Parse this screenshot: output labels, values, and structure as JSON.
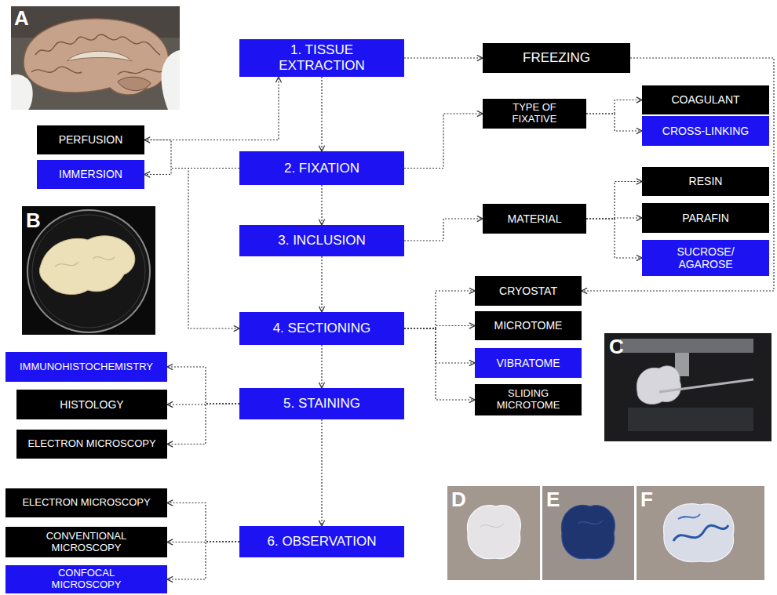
{
  "diagram": {
    "nodes": [
      {
        "text": [
          "1. TISSUE EXTRACTION"
        ]
      },
      {
        "text": [
          "FREEZING"
        ]
      },
      {
        "text": [
          "PERFUSION"
        ]
      },
      {
        "text": [
          "IMMERSION"
        ]
      },
      {
        "text": [
          "2. FIXATION"
        ]
      },
      {
        "text": [
          "TYPE OF FIXATIVE"
        ]
      },
      {
        "text": [
          "COAGULANT"
        ]
      },
      {
        "text": [
          "CROSS-LINKING"
        ]
      },
      {
        "text": [
          "RESIN"
        ]
      },
      {
        "text": [
          "3. INCLUSION"
        ]
      },
      {
        "text": [
          "MATERIAL"
        ]
      },
      {
        "text": [
          "PARAFIN"
        ]
      },
      {
        "text": [
          "SUCROSE/ AGAROSE"
        ]
      },
      {
        "text": [
          "CRYOSTAT"
        ]
      },
      {
        "text": [
          "4. SECTIONING"
        ]
      },
      {
        "text": [
          "MICROTOME"
        ]
      },
      {
        "text": [
          "IMMUNOHISTOCHEMISTRY"
        ]
      },
      {
        "text": [
          "VIBRATOME"
        ]
      },
      {
        "text": [
          "HISTOLOGY"
        ]
      },
      {
        "text": [
          "5. STAINING"
        ]
      },
      {
        "text": [
          "SLIDING MICROTOME"
        ]
      },
      {
        "text": [
          "ELECTRON MICROSCOPY"
        ]
      },
      {
        "text": [
          "ELECTRON MICROSCOPY"
        ]
      },
      {
        "text": [
          "CONVENTIONAL MICROSCOPY"
        ]
      },
      {
        "text": [
          "6. OBSERVATION"
        ]
      },
      {
        "text": [
          "CONFOCAL MICROSCOPY"
        ]
      }
    ],
    "edges": [
      {
        "from": 0,
        "to": 4,
        "arrow": "to"
      },
      {
        "from": 0,
        "to": 1,
        "arrow": "to"
      },
      {
        "from": 1,
        "to": 13,
        "arrow": "to"
      },
      {
        "from": 4,
        "to": 2,
        "arrow": "to"
      },
      {
        "from": 4,
        "to": 3,
        "arrow": "to"
      },
      {
        "from": 2,
        "to": 0,
        "arrow": "to"
      },
      {
        "from": 4,
        "to": 14,
        "arrow": "to"
      },
      {
        "from": 4,
        "to": 5,
        "arrow": "to"
      },
      {
        "from": 5,
        "to": 6,
        "arrow": "to"
      },
      {
        "from": 5,
        "to": 7,
        "arrow": "to"
      },
      {
        "from": 4,
        "to": 9,
        "arrow": "to"
      },
      {
        "from": 9,
        "to": 10,
        "arrow": "to"
      },
      {
        "from": 10,
        "to": 8,
        "arrow": "to"
      },
      {
        "from": 10,
        "to": 11,
        "arrow": "to"
      },
      {
        "from": 10,
        "to": 12,
        "arrow": "to"
      },
      {
        "from": 9,
        "to": 14,
        "arrow": "to"
      },
      {
        "from": 14,
        "to": 13,
        "arrow": "to"
      },
      {
        "from": 14,
        "to": 15,
        "arrow": "to"
      },
      {
        "from": 14,
        "to": 17,
        "arrow": "to"
      },
      {
        "from": 14,
        "to": 20,
        "arrow": "to"
      },
      {
        "from": 14,
        "to": 19,
        "arrow": "to"
      },
      {
        "from": 19,
        "to": 16,
        "arrow": "to"
      },
      {
        "from": 19,
        "to": 18,
        "arrow": "to"
      },
      {
        "from": 19,
        "to": 21,
        "arrow": "to"
      },
      {
        "from": 19,
        "to": 24,
        "arrow": "to"
      },
      {
        "from": 24,
        "to": 22,
        "arrow": "to"
      },
      {
        "from": 24,
        "to": 23,
        "arrow": "to"
      },
      {
        "from": 24,
        "to": 25,
        "arrow": "to"
      }
    ],
    "labels": [
      "A",
      "B",
      "C",
      "D",
      "E",
      "F"
    ]
  }
}
